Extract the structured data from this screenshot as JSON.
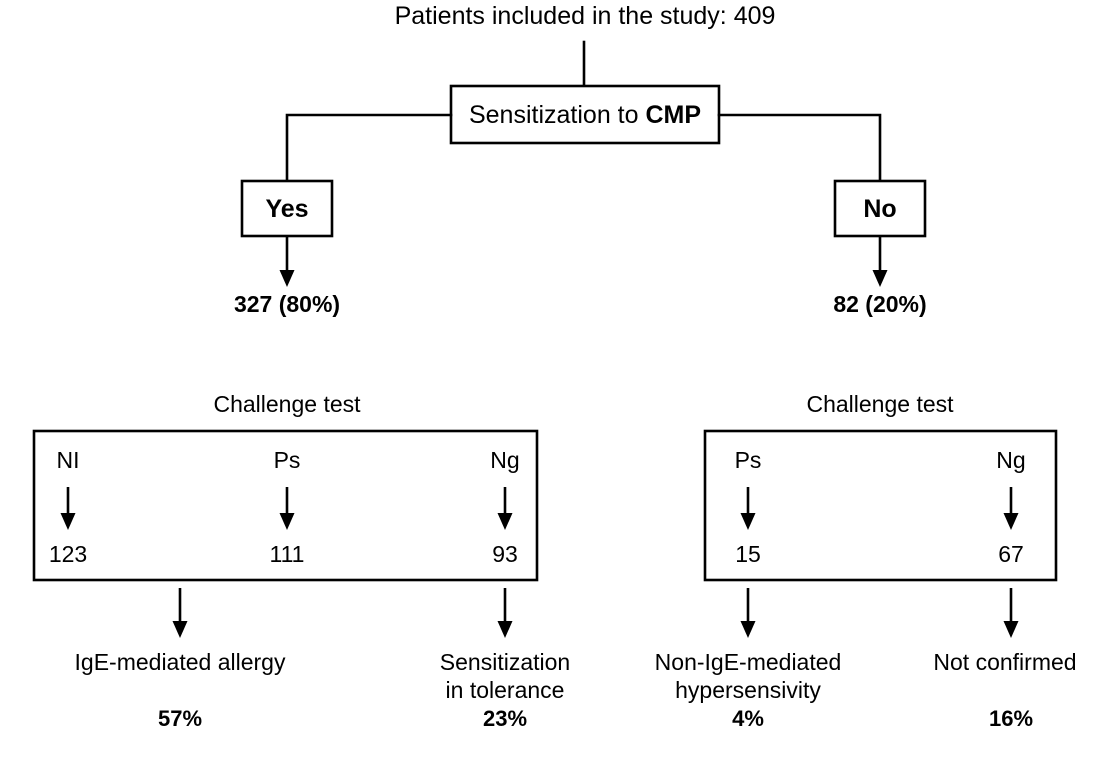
{
  "figure": {
    "type": "flow-diagram",
    "title": "Patients included in the study: 409",
    "background_color": "#ffffff",
    "line_color": "#000000"
  },
  "root": {
    "label": "Patients included in the study: 409",
    "total_patients": "409"
  },
  "decision": {
    "text_plain": "Sensitization to ",
    "text_bold": "CMP",
    "full_label": "Sensitization to CMP"
  },
  "branches": [
    {
      "id": "yes",
      "label": "Yes",
      "result": "327 (80%)",
      "count": "327",
      "percent": "80%"
    },
    {
      "id": "no",
      "label": "No",
      "result": "82 (20%)",
      "count": "82",
      "percent": "20%"
    }
  ],
  "challenge_left": {
    "heading": "Challenge test",
    "columns": [
      {
        "code": "NI",
        "value": "123"
      },
      {
        "code": "Ps",
        "value": "111"
      },
      {
        "code": "Ng",
        "value": "93"
      }
    ]
  },
  "challenge_right": {
    "heading": "Challenge test",
    "columns": [
      {
        "code": "Ps",
        "value": "15"
      },
      {
        "code": "Ng",
        "value": "67"
      }
    ]
  },
  "outcomes": [
    {
      "id": "ige-mediated-allergy",
      "lines": [
        "IgE-mediated allergy"
      ],
      "percent": "57%"
    },
    {
      "id": "sensitization-in-tolerance",
      "lines": [
        "Sensitization",
        "in tolerance"
      ],
      "percent": "23%"
    },
    {
      "id": "non-ige-mediated-hypersensivity",
      "lines": [
        "Non-IgE-mediated",
        "hypersensivity"
      ],
      "percent": "4%"
    },
    {
      "id": "not-confirmed",
      "lines": [
        "Not confirmed"
      ],
      "percent": "16%"
    }
  ]
}
